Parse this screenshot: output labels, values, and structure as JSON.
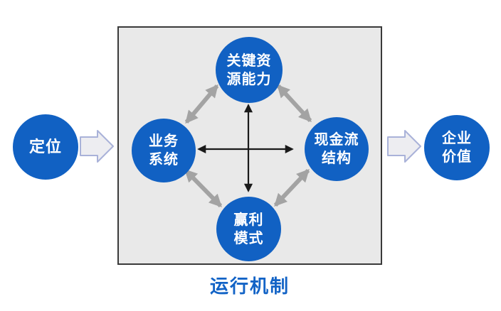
{
  "diagram": {
    "input_node": {
      "label": "定位"
    },
    "output_node": {
      "label": "企业\n价值"
    },
    "mechanism": {
      "caption": "运行机制",
      "nodes": {
        "top": {
          "label": "关键资\n源能力"
        },
        "left": {
          "label": "业务\n系统"
        },
        "right": {
          "label": "现金流\n结构"
        },
        "bottom": {
          "label": "赢利\n模式"
        }
      }
    },
    "icons": {
      "input_flow_arrow": "block-arrow-right-icon",
      "output_flow_arrow": "block-arrow-right-icon",
      "diagonal_links": "double-headed-arrow-icon",
      "cross_links": "double-headed-arrow-icon"
    },
    "colors": {
      "node_fill": "#1161c3",
      "node_text": "#ffffff",
      "box_fill": "#e9e9e9",
      "box_border": "#3a3a3a",
      "diagonal_arrow": "#a3a3a3",
      "cross_arrow": "#1a1a1a",
      "block_arrow_fill": "#ededf1",
      "block_arrow_border": "#a9b2d9",
      "caption_text": "#1263c6",
      "background": "#ffffff"
    }
  }
}
